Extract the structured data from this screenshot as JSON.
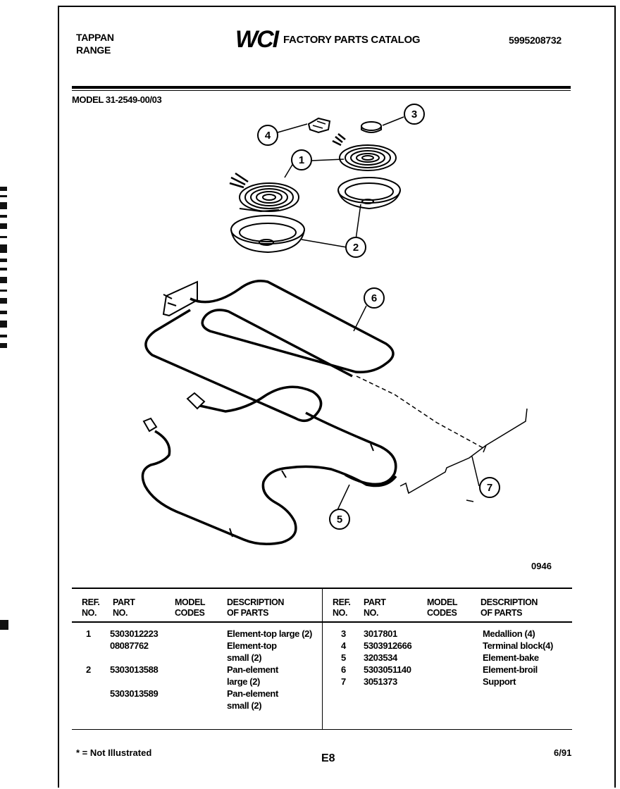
{
  "header": {
    "brand_line1": "TAPPAN",
    "brand_line2": "RANGE",
    "logo": "WCI",
    "catalog_title": "FACTORY PARTS CATALOG",
    "catalog_number": "5995208732",
    "model": "MODEL 31-2549-00/03"
  },
  "diagram": {
    "code": "0946",
    "callouts": [
      "1",
      "2",
      "3",
      "4",
      "5",
      "6",
      "7"
    ]
  },
  "table": {
    "headers": {
      "ref_no_1": "REF.",
      "ref_no_2": "NO.",
      "part_no_1": "PART",
      "part_no_2": "NO.",
      "model_codes_1": "MODEL",
      "model_codes_2": "CODES",
      "description_1": "DESCRIPTION",
      "description_2": "OF PARTS"
    },
    "left_rows": [
      {
        "ref": "1",
        "part": "5303012223",
        "desc": "Element-top large (2)"
      },
      {
        "ref": "",
        "part": "08087762",
        "desc": "Element-top"
      },
      {
        "ref": "",
        "part": "",
        "desc": "small (2)"
      },
      {
        "ref": "2",
        "part": "5303013588",
        "desc": "Pan-element"
      },
      {
        "ref": "",
        "part": "",
        "desc": "large (2)"
      },
      {
        "ref": "",
        "part": "5303013589",
        "desc": "Pan-element"
      },
      {
        "ref": "",
        "part": "",
        "desc": "small (2)"
      }
    ],
    "right_rows": [
      {
        "ref": "3",
        "part": "3017801",
        "desc": "Medallion (4)"
      },
      {
        "ref": "4",
        "part": "5303912666",
        "desc": "Terminal block(4)"
      },
      {
        "ref": "5",
        "part": "3203534",
        "desc": "Element-bake"
      },
      {
        "ref": "6",
        "part": "5303051140",
        "desc": "Element-broil"
      },
      {
        "ref": "7",
        "part": "3051373",
        "desc": "Support"
      }
    ]
  },
  "footer": {
    "note": "* = Not Illustrated",
    "page": "E8",
    "date": "6/91"
  }
}
